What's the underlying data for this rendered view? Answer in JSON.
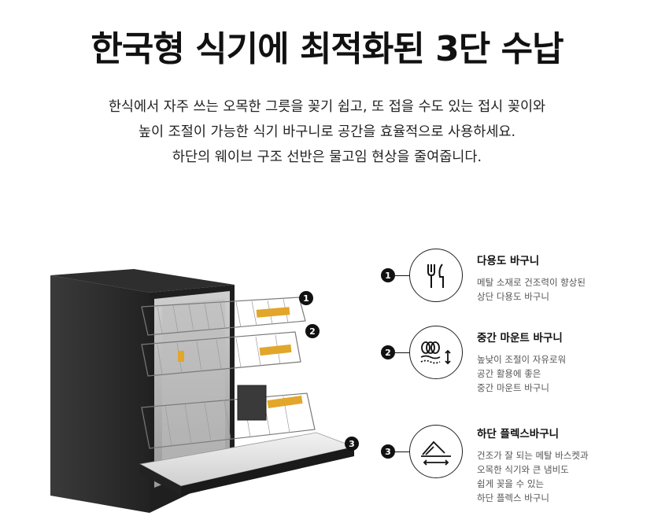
{
  "title": "한국형 식기에 최적화된 3단 수납",
  "description": [
    "한식에서 자주 쓰는 오목한 그릇을 꽂기 쉽고, 또 접을 수도 있는 접시 꽂이와",
    "높이 조절이 가능한 식기 바구니로 공간을 효율적으로 사용하세요.",
    "하단의 웨이브 구조 선반은 물고임 현상을 줄여줍니다."
  ],
  "markers": [
    "1",
    "2",
    "3"
  ],
  "features": [
    {
      "number": "1",
      "icon": "fork-knife-icon",
      "title": "다용도 바구니",
      "lines": [
        "메탈 소재로 건조력이 향상된",
        "상단 다용도 바구니"
      ]
    },
    {
      "number": "2",
      "icon": "plates-height-icon",
      "title": "중간 마운트 바구니",
      "lines": [
        "높낮이 조절이 자유로워",
        "공간 활용에 좋은",
        "중간 마운트 바구니"
      ]
    },
    {
      "number": "3",
      "icon": "flex-basket-icon",
      "title": "하단 플렉스바구니",
      "lines": [
        "건조가 잘 되는 메탈 바스켓과",
        "오목한 식기와 큰 냄비도",
        "쉽게 꽂을 수 있는",
        "하단 플렉스 바구니"
      ]
    }
  ],
  "colors": {
    "text": "#111111",
    "subtext": "#555555",
    "cabinet": "#2b2b2b",
    "accent": "#e2a62a"
  }
}
